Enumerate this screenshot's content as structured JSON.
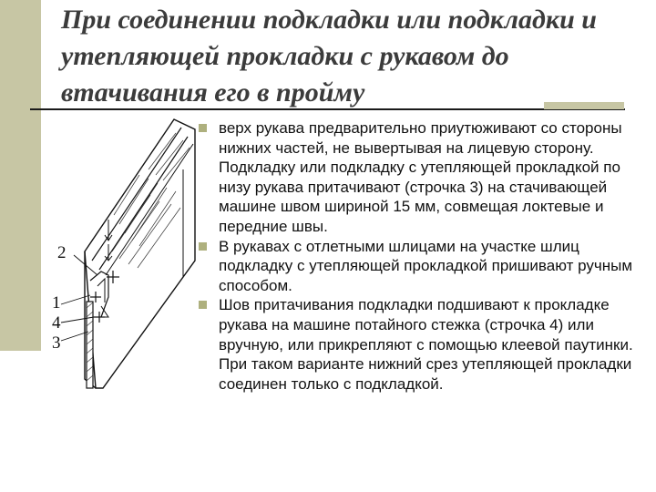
{
  "slide": {
    "title": "При соединении подкладки или подкладки и утепляющей прокладки с рукавом до втачивания его в пройму",
    "bullets": [
      "верх рукава предварительно приутюживают со стороны нижних частей, не вывертывая на лицевую сторону. Подкладку или подкладку с утепляющей прокладкой по низу рукава притачивают (строчка 3) на стачивающей машине швом шириной 15 мм, совмещая локтевые и передние швы.",
      "В рукавах с отлетными шлицами на участке шлиц подкладку с утепляющей прокладкой пришивают ручным способом.",
      "Шов притачивания подкладки подшивают к прокладке рукава на машине потайного стежка (строчка 4) или вручную, или прикрепляют с помощью клеевой паутинки. При таком варианте нижний срез утепляющей прокладки соединен только с подкладкой."
    ]
  },
  "figure": {
    "labels": [
      "2",
      "1",
      "4",
      "3"
    ]
  },
  "colors": {
    "accent": "#c7c6a4",
    "bullet": "#aeb07e",
    "title": "#3b3b3b",
    "text": "#111111"
  }
}
